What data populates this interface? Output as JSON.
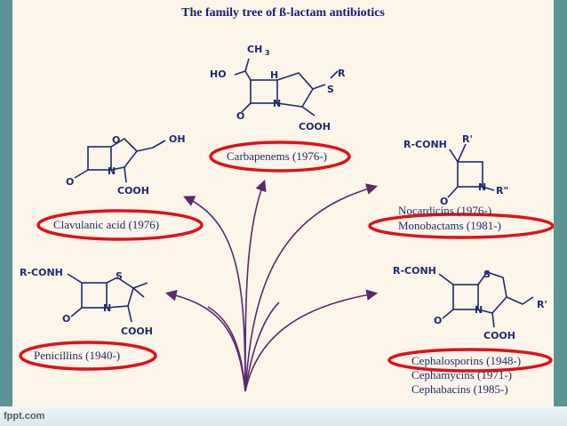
{
  "slide": {
    "title": "The family tree of ß-lactam antibiotics",
    "labels": {
      "carbapenems": "Carbapenems (1976-)",
      "clavulanic": "Clavulanic acid (1976)",
      "nocardicins": "Nocardicins (1976-)",
      "monobactams": "Monobactams (1981-)",
      "penicillins": "Penicillins (1940-)",
      "cephalosporins": "Cephalosporins (1948-)",
      "cephamycins": "Cephamycins (1971-)",
      "cephabacins": "Cephabacins (1985-)"
    },
    "structures": {
      "carbapenem": {
        "ch3": "CH",
        "ch3_sub": "3",
        "ho": "HO",
        "h": "H",
        "n": "N",
        "o": "O",
        "s": "S",
        "r": "R",
        "cooh": "COOH"
      },
      "clavulanic": {
        "o_ring": "O",
        "oh": "OH",
        "n": "N",
        "o": "O",
        "cooh": "COOH"
      },
      "monobactam": {
        "rconh": "R-CONH",
        "rprime": "R'",
        "n": "N",
        "o": "O",
        "rdouble": "R\""
      },
      "penicillin": {
        "rconh": "R-CONH",
        "s": "S",
        "n": "N",
        "o": "O",
        "cooh": "COOH"
      },
      "cephalosporin": {
        "rconh": "R-CONH",
        "s": "S",
        "n": "N",
        "o": "O",
        "cooh": "COOH",
        "rprime": "R'"
      }
    },
    "highlight_color": "#e0101b"
  },
  "footer": {
    "brand": "fppt.com"
  }
}
